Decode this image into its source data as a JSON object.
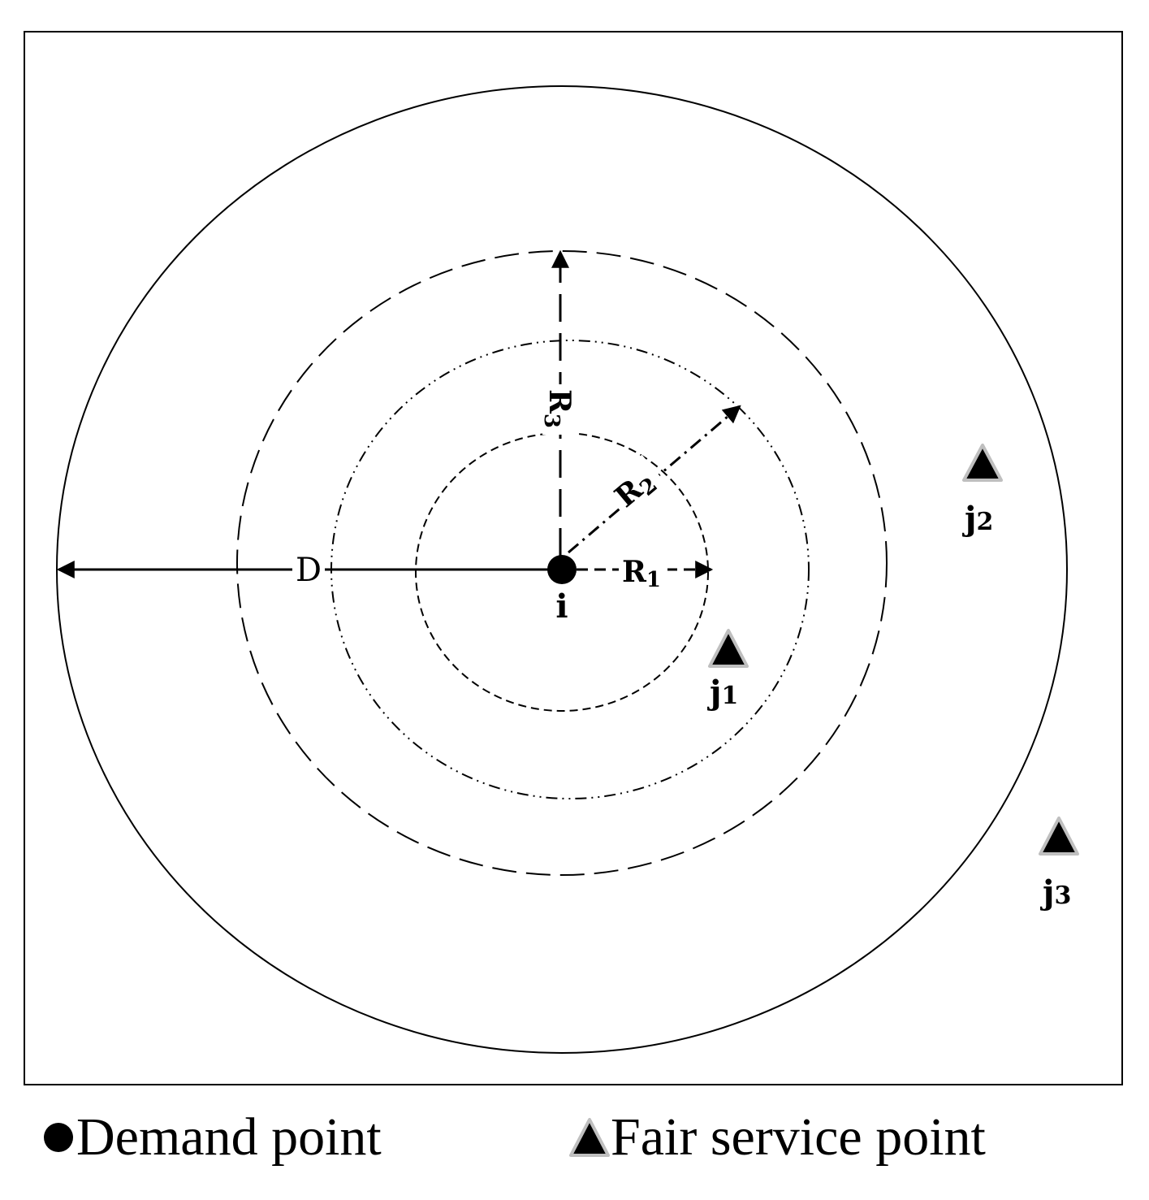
{
  "diagram": {
    "center_label": "i",
    "distance_label": "D",
    "radius_labels": {
      "r1": "R",
      "r1_sub": "1",
      "r2": "R",
      "r2_sub": "2",
      "r3": "R",
      "r3_sub": "3"
    },
    "service_points": [
      {
        "label": "j",
        "sub": "1"
      },
      {
        "label": "j",
        "sub": "2"
      },
      {
        "label": "j",
        "sub": "3"
      }
    ]
  },
  "legend": {
    "demand_label": "Demand point",
    "fair_label": "Fair service point"
  }
}
